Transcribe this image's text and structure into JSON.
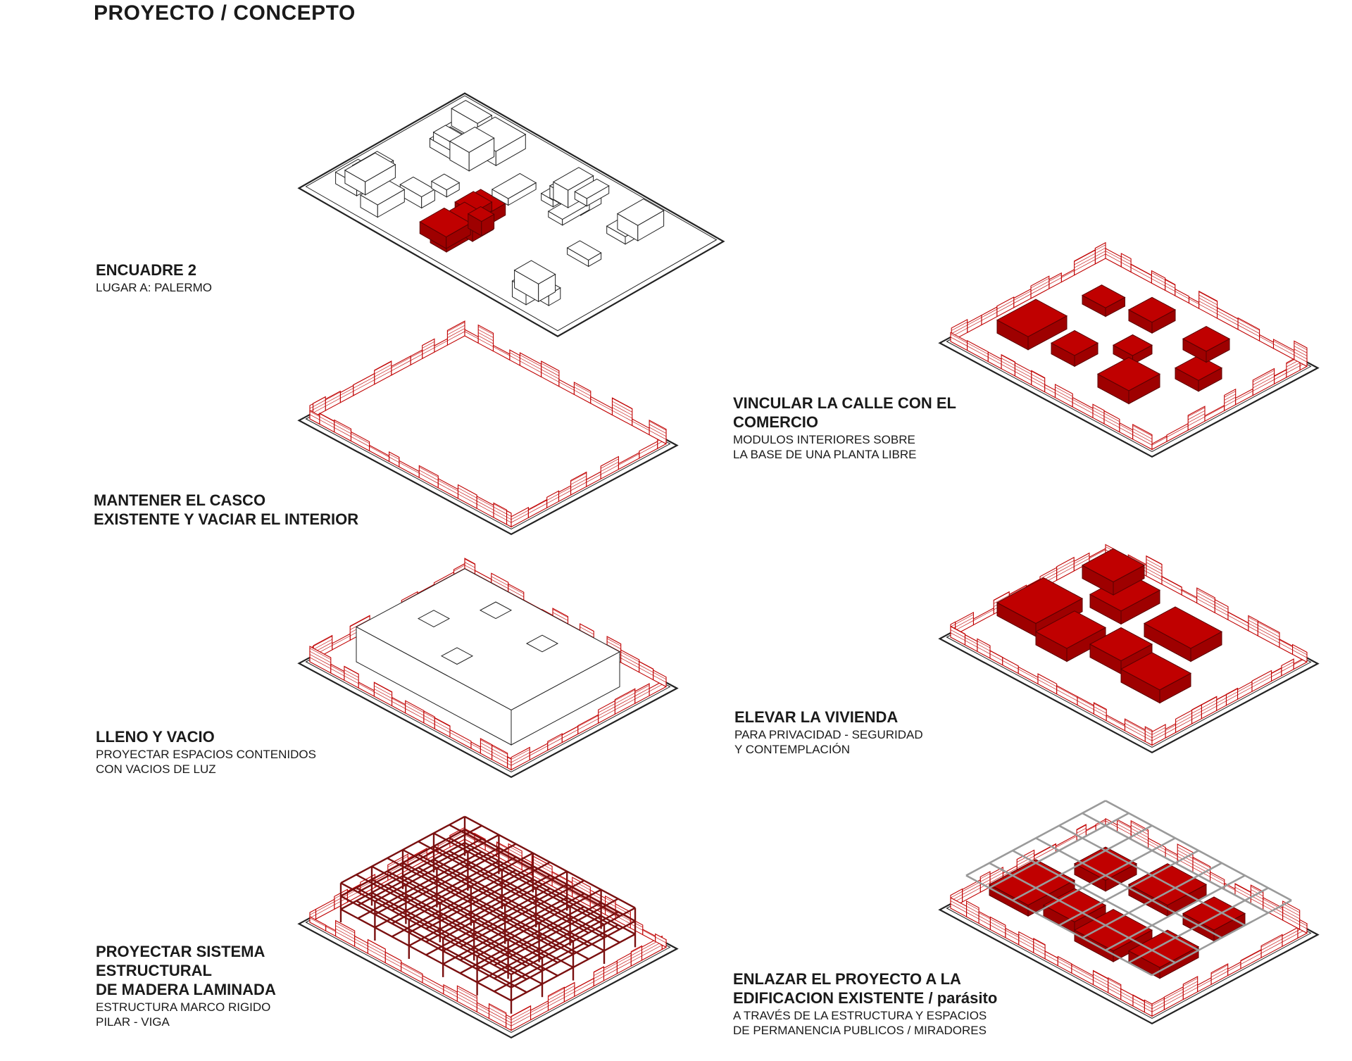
{
  "title": "PROYECTO / CONCEPTO",
  "colors": {
    "accent": "#c00000",
    "line": "#222222",
    "timber": "#7a1010",
    "steel": "#9a9a9a"
  },
  "steps": [
    {
      "heading": "ENCUADRE 2",
      "subtitle": "LUGAR A: PALERMO"
    },
    {
      "heading": "MANTENER EL CASCO\nEXISTENTE  Y VACIAR EL INTERIOR",
      "subtitle": ""
    },
    {
      "heading": "LLENO Y VACIO",
      "subtitle": "PROYECTAR ESPACIOS CONTENIDOS\nCON VACIOS DE LUZ"
    },
    {
      "heading": "PROYECTAR SISTEMA\nESTRUCTURAL\nDE MADERA LAMINADA",
      "subtitle": "ESTRUCTURA MARCO RIGIDO\nPILAR - VIGA"
    },
    {
      "heading": "VINCULAR LA CALLE CON EL\nCOMERCIO",
      "subtitle": "MODULOS INTERIORES SOBRE\nLA BASE DE UNA PLANTA LIBRE"
    },
    {
      "heading": "ELEVAR LA VIVIENDA",
      "subtitle": "PARA PRIVACIDAD - SEGURIDAD\nY CONTEMPLACIÓN"
    },
    {
      "heading": "ENLAZAR EL PROYECTO A LA\nEDIFICACION EXISTENTE / parásito",
      "subtitle": "A TRAVÉS DE LA ESTRUCTURA Y ESPACIOS\nDE PERMANENCIA PUBLICOS / MIRADORES"
    }
  ]
}
